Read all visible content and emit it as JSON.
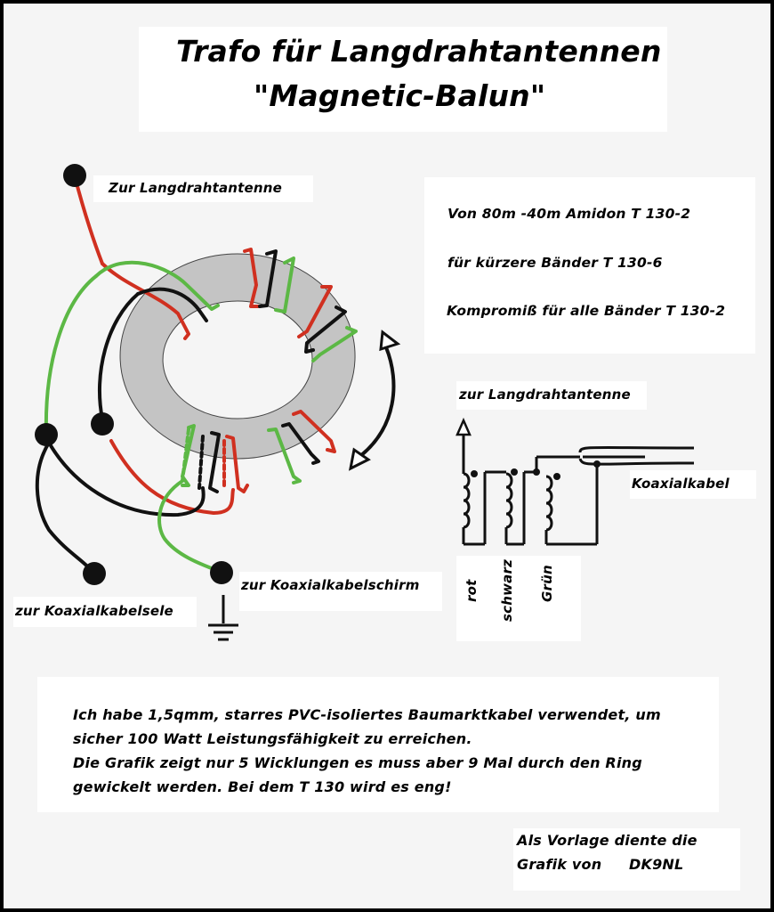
{
  "title": {
    "line1": "Trafo für Langdrahtantennen",
    "line2": "\"Magnetic-Balun\""
  },
  "toroid_diagram": {
    "label_antenna": "Zur Langdrahtantenne",
    "label_coax_core": "zur Koaxialkabelsele",
    "label_coax_shield": "zur Koaxialkabelschirm",
    "wire_colors": {
      "red": "#d03020",
      "black": "#111111",
      "green": "#5cb845"
    },
    "core_color": "#c4c4c4",
    "icons": [
      "terminal-dot",
      "ground-symbol",
      "rotation-arrow"
    ]
  },
  "core_info": {
    "lines": [
      "Von 80m -40m Amidon T 130-2",
      "für kürzere Bänder  T 130-6",
      "Kompromiß für alle Bänder T 130-2"
    ]
  },
  "schematic": {
    "label_antenna": "zur Langdrahtantenne",
    "label_coax": "Koaxialkabel",
    "windings": [
      "rot",
      "schwarz",
      "Grün"
    ]
  },
  "notes": {
    "line1": "Ich habe 1,5qmm, starres PVC-isoliertes Baumarktkabel verwendet, um",
    "line2": "sicher 100 Watt Leistungsfähigkeit zu erreichen.",
    "line3": "Die Grafik zeigt nur 5 Wicklungen es muss aber 9 Mal durch den Ring",
    "line4": "gewickelt werden. Bei dem T 130 wird es eng!"
  },
  "credit": {
    "line1": "Als Vorlage diente die",
    "line2_prefix": "Grafik von",
    "line2_callsign": "DK9NL"
  }
}
